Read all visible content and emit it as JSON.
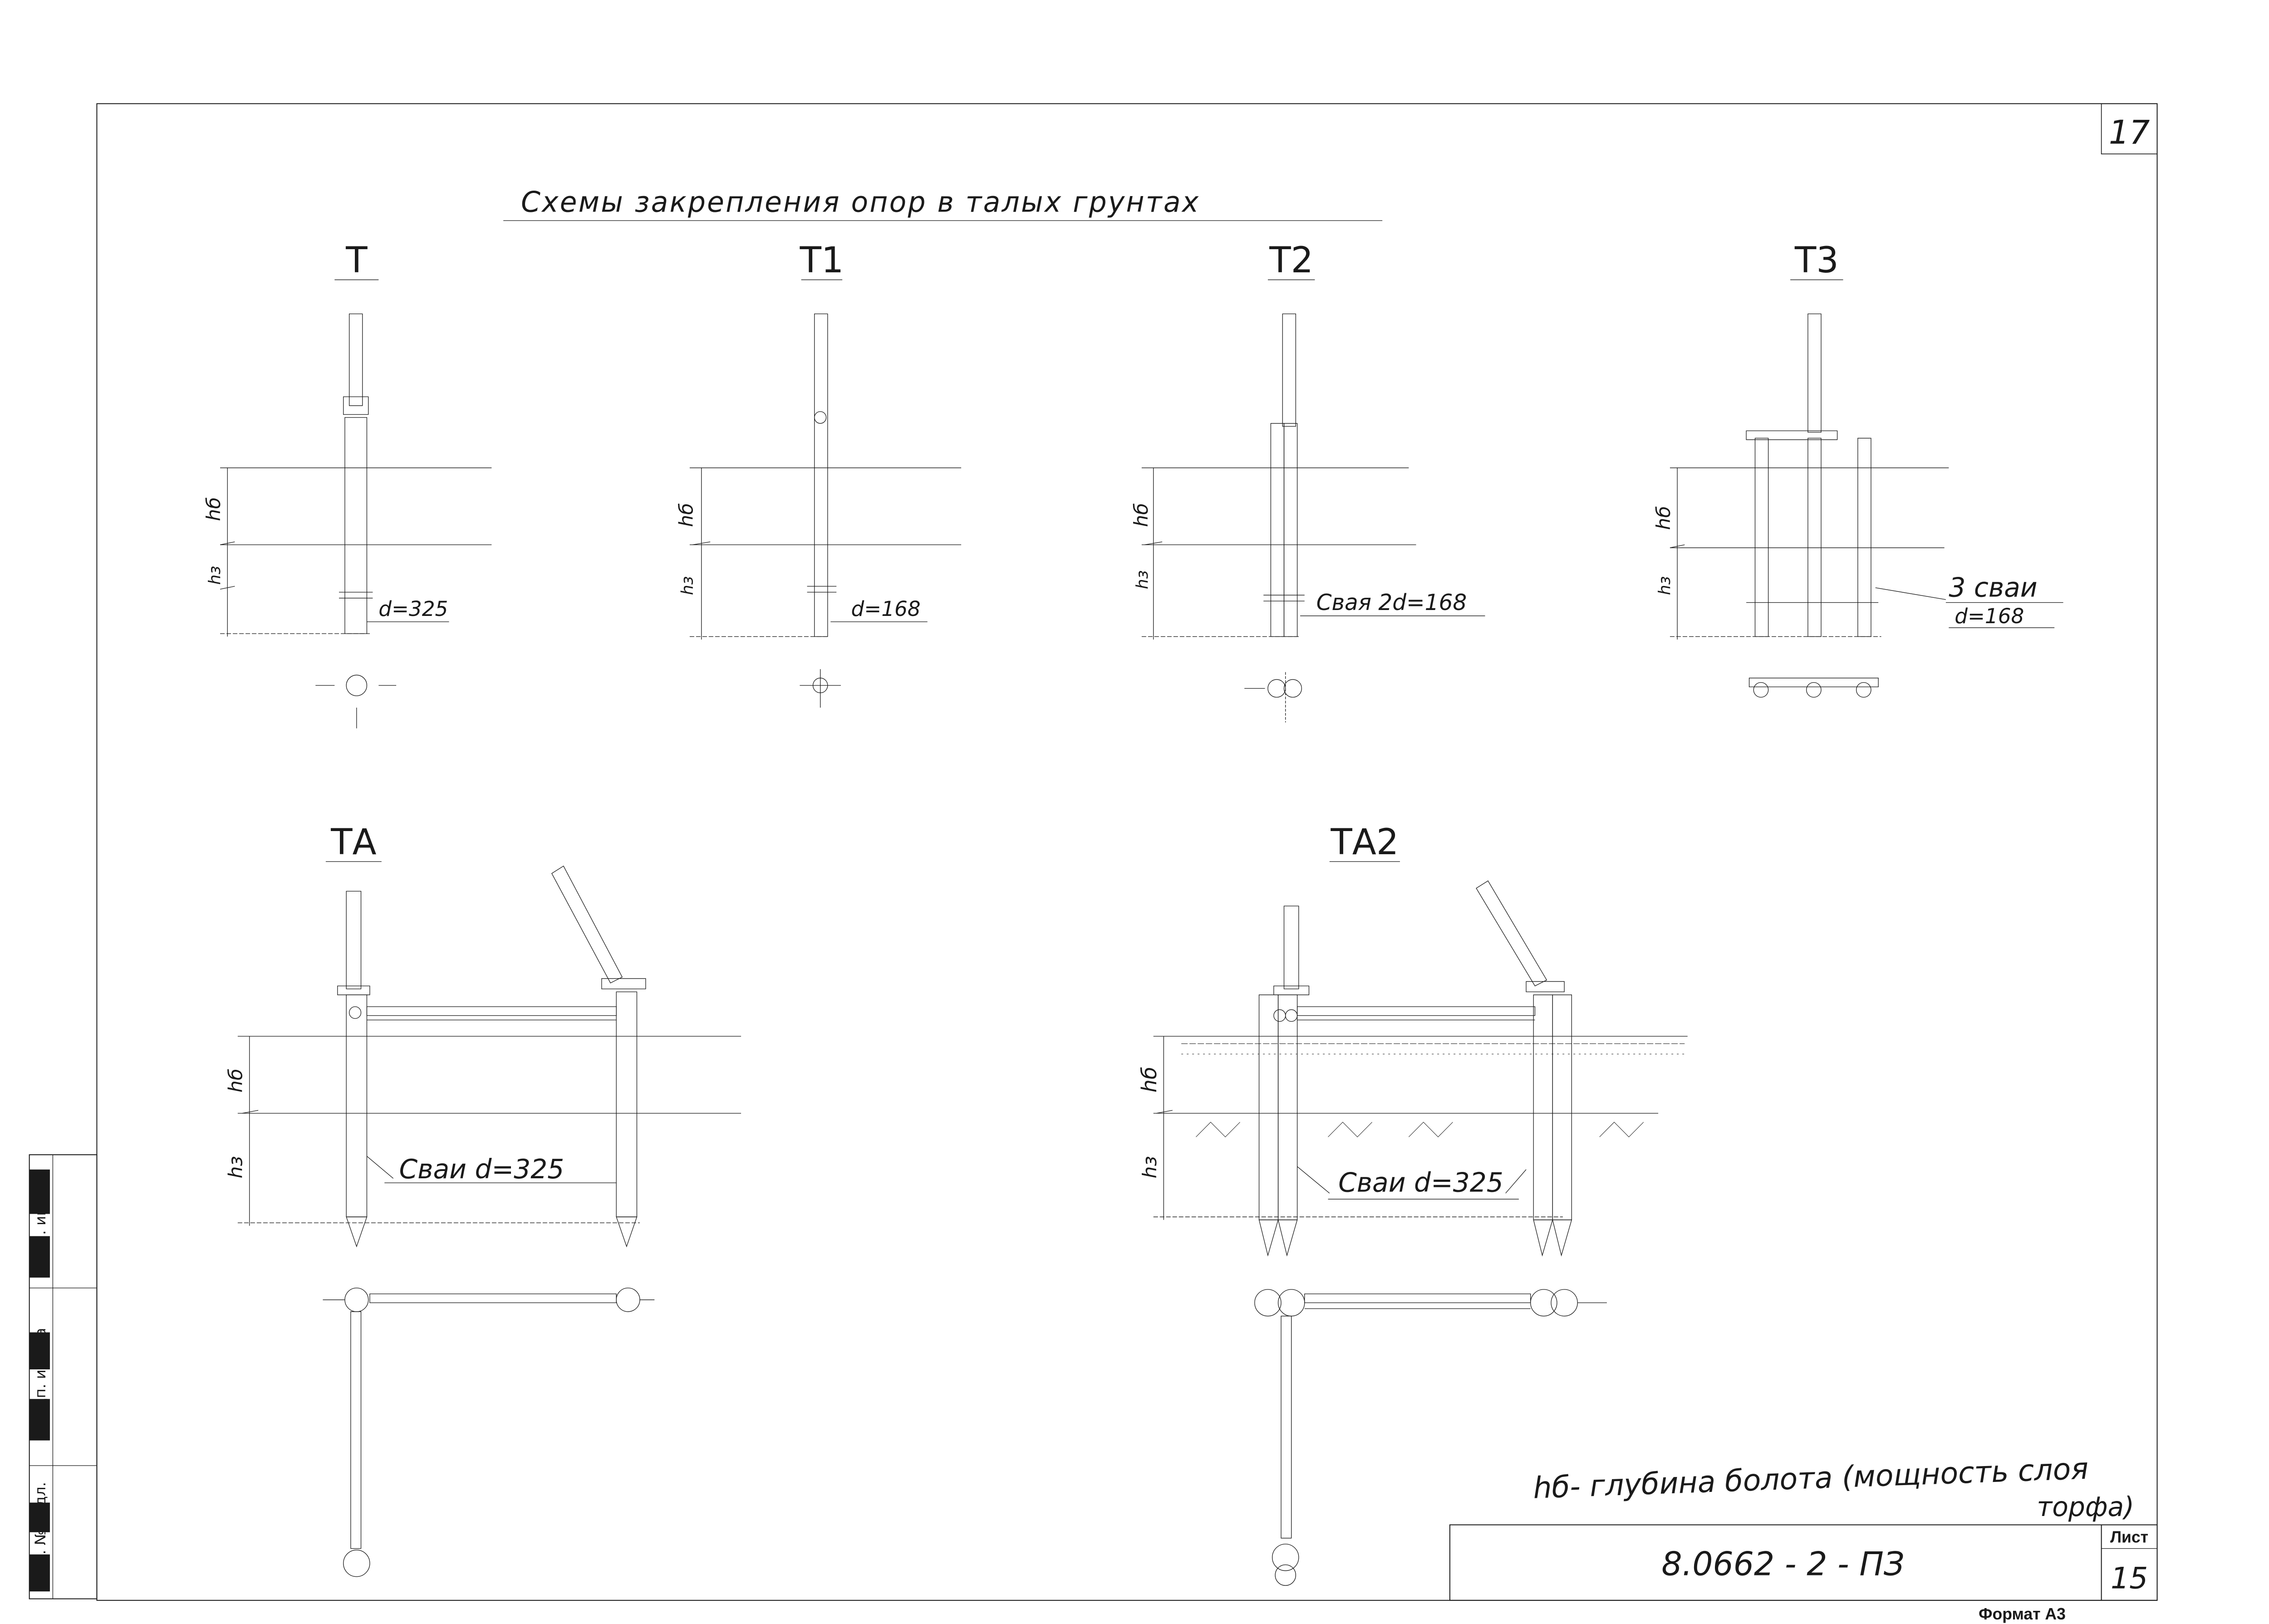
{
  "sheet_title": "Схемы закрепления опор в талых грунтах",
  "page_number": "17",
  "schemes": {
    "T": {
      "label": "Т",
      "pile_note": "d=325"
    },
    "T1": {
      "label": "Т1",
      "pile_note": "d=168"
    },
    "T2": {
      "label": "Т2",
      "pile_note": "Свая 2d=168"
    },
    "T3": {
      "label": "Т3",
      "pile_note_1": "3 сваи",
      "pile_note_2": "d=168"
    },
    "TA": {
      "label": "ТА",
      "pile_note": "Сваи d=325"
    },
    "TA2": {
      "label": "ТА2",
      "pile_note": "Сваи d=325"
    }
  },
  "dim_labels": {
    "hb": "hб",
    "hz": "hз"
  },
  "legend_line_1": "hб- глубина болота (мощность слоя",
  "legend_line_2": "торфа)",
  "title_block": {
    "code": "8.0662 - 2 - ПЗ",
    "sheet_label": "Лист",
    "sheet_number": "15"
  },
  "format_label": "Формат А3",
  "side_stamp": [
    "Инв. № подл.",
    "Подп. и дата",
    "Взам. инв. №"
  ],
  "colors": {
    "ink": "#1a1a1a",
    "paper": "#ffffff"
  }
}
